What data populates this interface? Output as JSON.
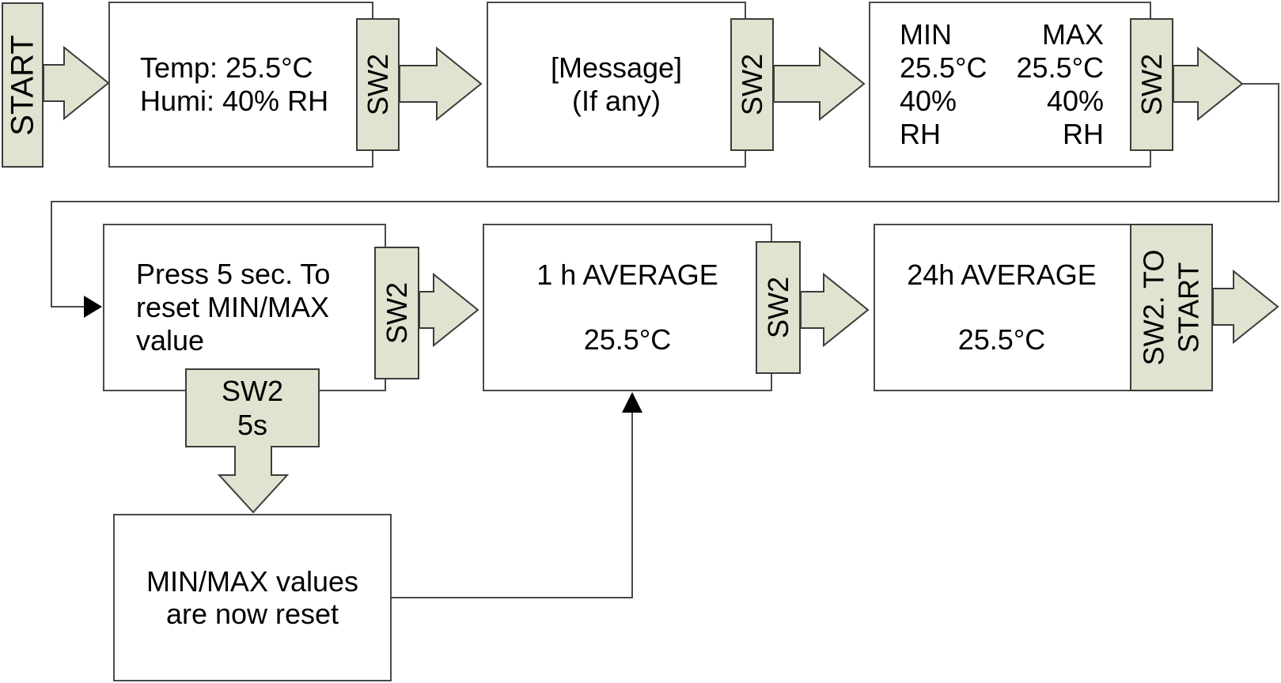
{
  "flow": {
    "start_label": "START",
    "screen_readings": {
      "line1": "Temp: 25.5°C",
      "line2": "Humi: 40% RH"
    },
    "sw2_tab_1": "SW2",
    "screen_message": {
      "line1": "[Message]",
      "line2": "(If any)"
    },
    "sw2_tab_2": "SW2",
    "screen_minmax": {
      "min_header": "MIN",
      "max_header": "MAX",
      "min_temp": "25.5°C",
      "max_temp": "25.5°C",
      "min_hum": "40% RH",
      "max_hum": "40% RH"
    },
    "sw2_tab_3": "SW2",
    "screen_reset_prompt": {
      "line1": "Press 5 sec. To",
      "line2": "reset MIN/MAX",
      "line3": "value"
    },
    "sw2_tab_4": "SW2",
    "screen_1h_average": {
      "title": "1 h AVERAGE",
      "value": "25.5°C"
    },
    "sw2_tab_5": "SW2",
    "screen_24h_average": {
      "title": "24h AVERAGE",
      "value": "25.5°C"
    },
    "to_start_tab": {
      "line1": "SW2. TO",
      "line2": "START"
    },
    "hold_tab": {
      "line1": "SW2",
      "line2": "5s"
    },
    "screen_reset_done": {
      "line1": "MIN/MAX values",
      "line2": "are now reset"
    }
  },
  "colors": {
    "tab_fill": "#dfe3cf",
    "shape_stroke": "#3c3c3c",
    "line_stroke": "#4a4a4a",
    "arrowhead": "#000000"
  }
}
